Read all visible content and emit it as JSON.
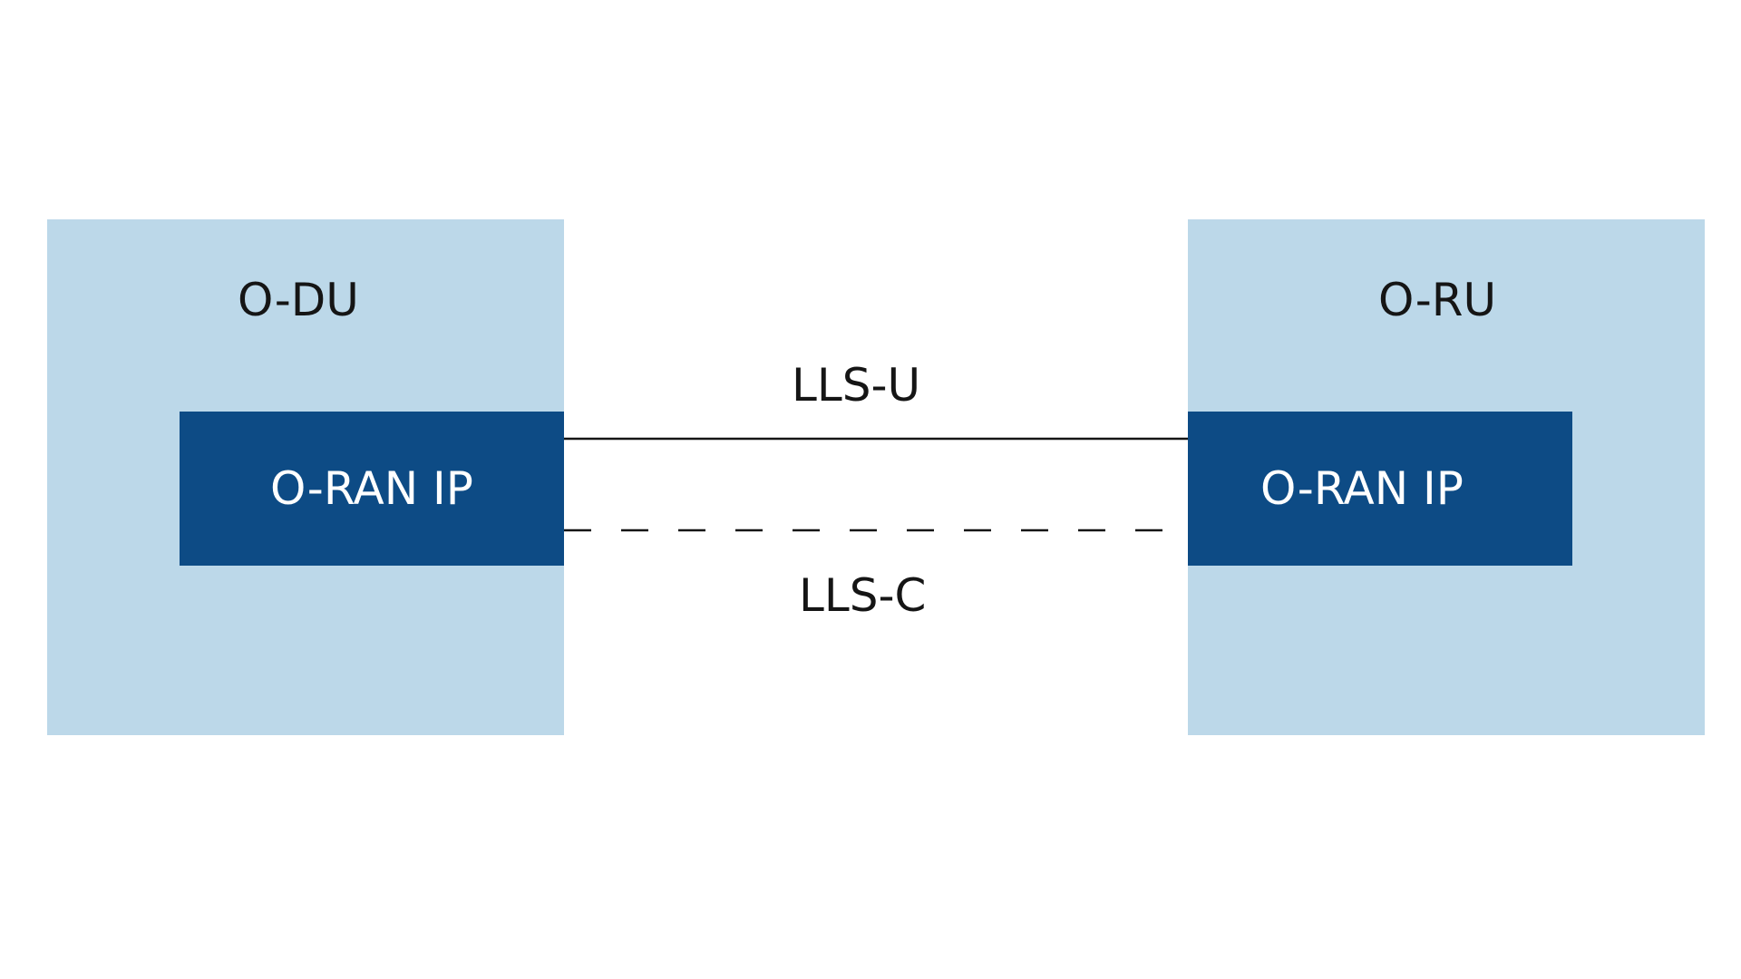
{
  "colors": {
    "outer_box": "#bcd8e9",
    "inner_box": "#0d4b85",
    "line": "#151515",
    "text_dark": "#151515",
    "text_light": "#ffffff"
  },
  "odu": {
    "label": "O-DU",
    "ip_label": "O-RAN IP"
  },
  "oru": {
    "label": "O-RU",
    "ip_label": "O-RAN IP"
  },
  "links": {
    "user_plane": {
      "label": "LLS-U",
      "style": "solid"
    },
    "control_plane": {
      "label": "LLS-C",
      "style": "dashed"
    }
  }
}
